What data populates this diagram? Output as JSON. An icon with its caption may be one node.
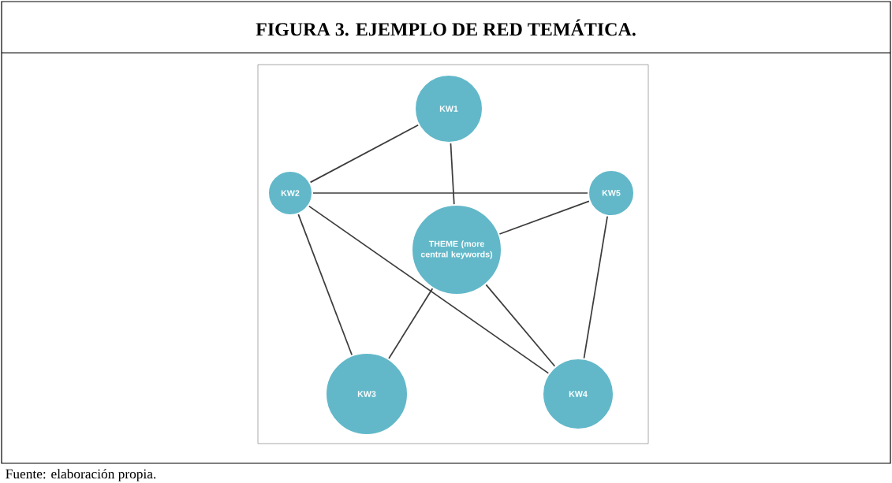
{
  "diagram": {
    "title": "FIGURA 3. EJEMPLO DE RED TEMÁTICA.",
    "caption": "Fuente: elaboración propia.",
    "nodes": [
      {
        "text": [
          "KW1"
        ]
      },
      {
        "text": [
          "KW2"
        ]
      },
      {
        "text": [
          "KW5"
        ]
      },
      {
        "text": [
          "THEME (more central keywords)"
        ]
      },
      {
        "text": [
          "KW3"
        ]
      },
      {
        "text": [
          "KW4"
        ]
      }
    ],
    "edges": [
      {
        "from": 0,
        "to": 1,
        "arrow": "none"
      },
      {
        "from": 0,
        "to": 3,
        "arrow": "none"
      },
      {
        "from": 1,
        "to": 2,
        "arrow": "none"
      },
      {
        "from": 2,
        "to": 3,
        "arrow": "none"
      },
      {
        "from": 1,
        "to": 4,
        "arrow": "none"
      },
      {
        "from": 1,
        "to": 5,
        "arrow": "none"
      },
      {
        "from": 3,
        "to": 4,
        "arrow": "none"
      },
      {
        "from": 3,
        "to": 5,
        "arrow": "none"
      },
      {
        "from": 2,
        "to": 5,
        "arrow": "none"
      }
    ]
  }
}
